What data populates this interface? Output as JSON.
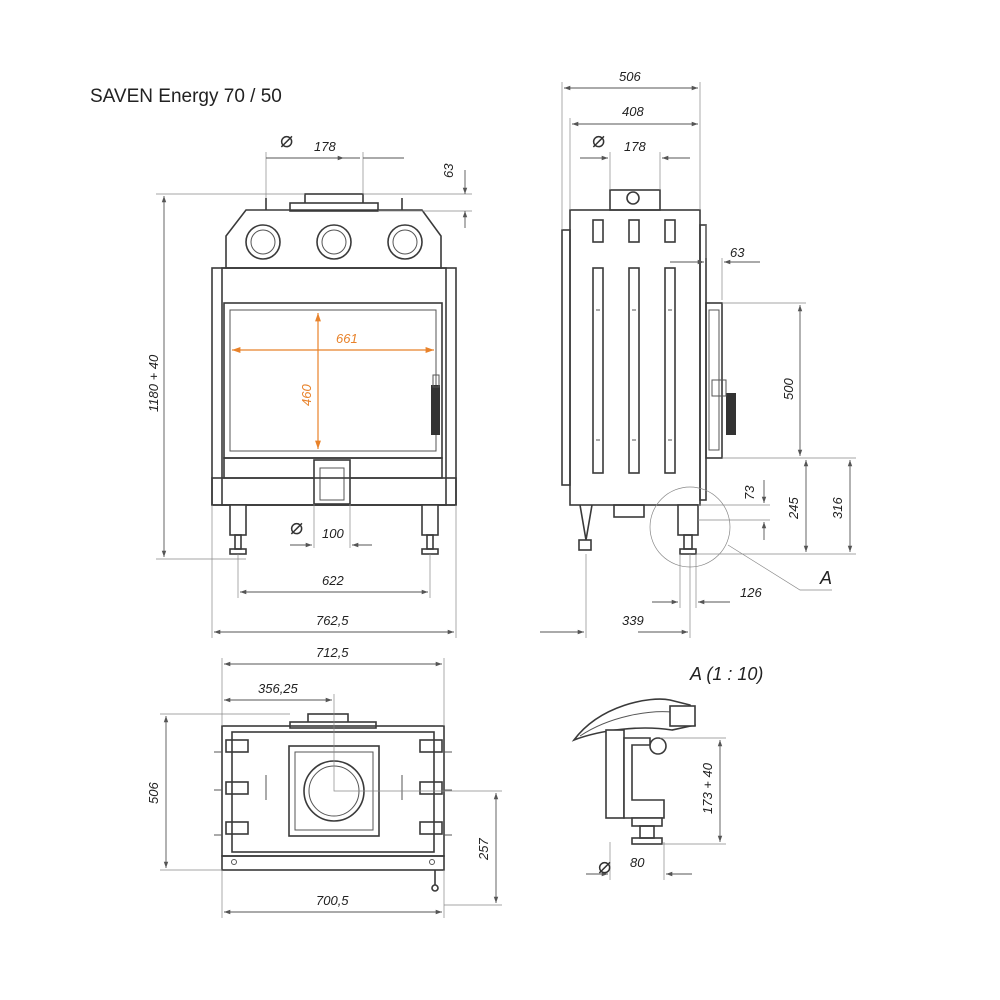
{
  "title": "SAVEN Energy 70 / 50",
  "dimensions": {
    "front_flue_diameter": "178",
    "front_flue_height": "63",
    "total_height": "1180 + 40",
    "glass_width": "661",
    "glass_height": "460",
    "air_inlet_diameter": "100",
    "leg_spacing": "622",
    "front_width": "762,5",
    "side_depth": "506",
    "side_inner_depth": "408",
    "side_flue_diameter": "178",
    "side_offset": "63",
    "door_height": "500",
    "detail_73": "73",
    "detail_245": "245",
    "detail_316": "316",
    "detail_126": "126",
    "side_339": "339",
    "top_width": "712,5",
    "top_half": "356,25",
    "top_depth": "506",
    "top_257": "257",
    "top_bottom_width": "700,5",
    "detail_height": "173 + 40",
    "detail_diameter": "80"
  },
  "labels": {
    "detail_marker": "A",
    "detail_title": "A (1 : 10)",
    "diameter_symbol": "⌀"
  },
  "colors": {
    "outline": "#3a3a3a",
    "dimension": "#555555",
    "highlight": "#e8822a"
  }
}
